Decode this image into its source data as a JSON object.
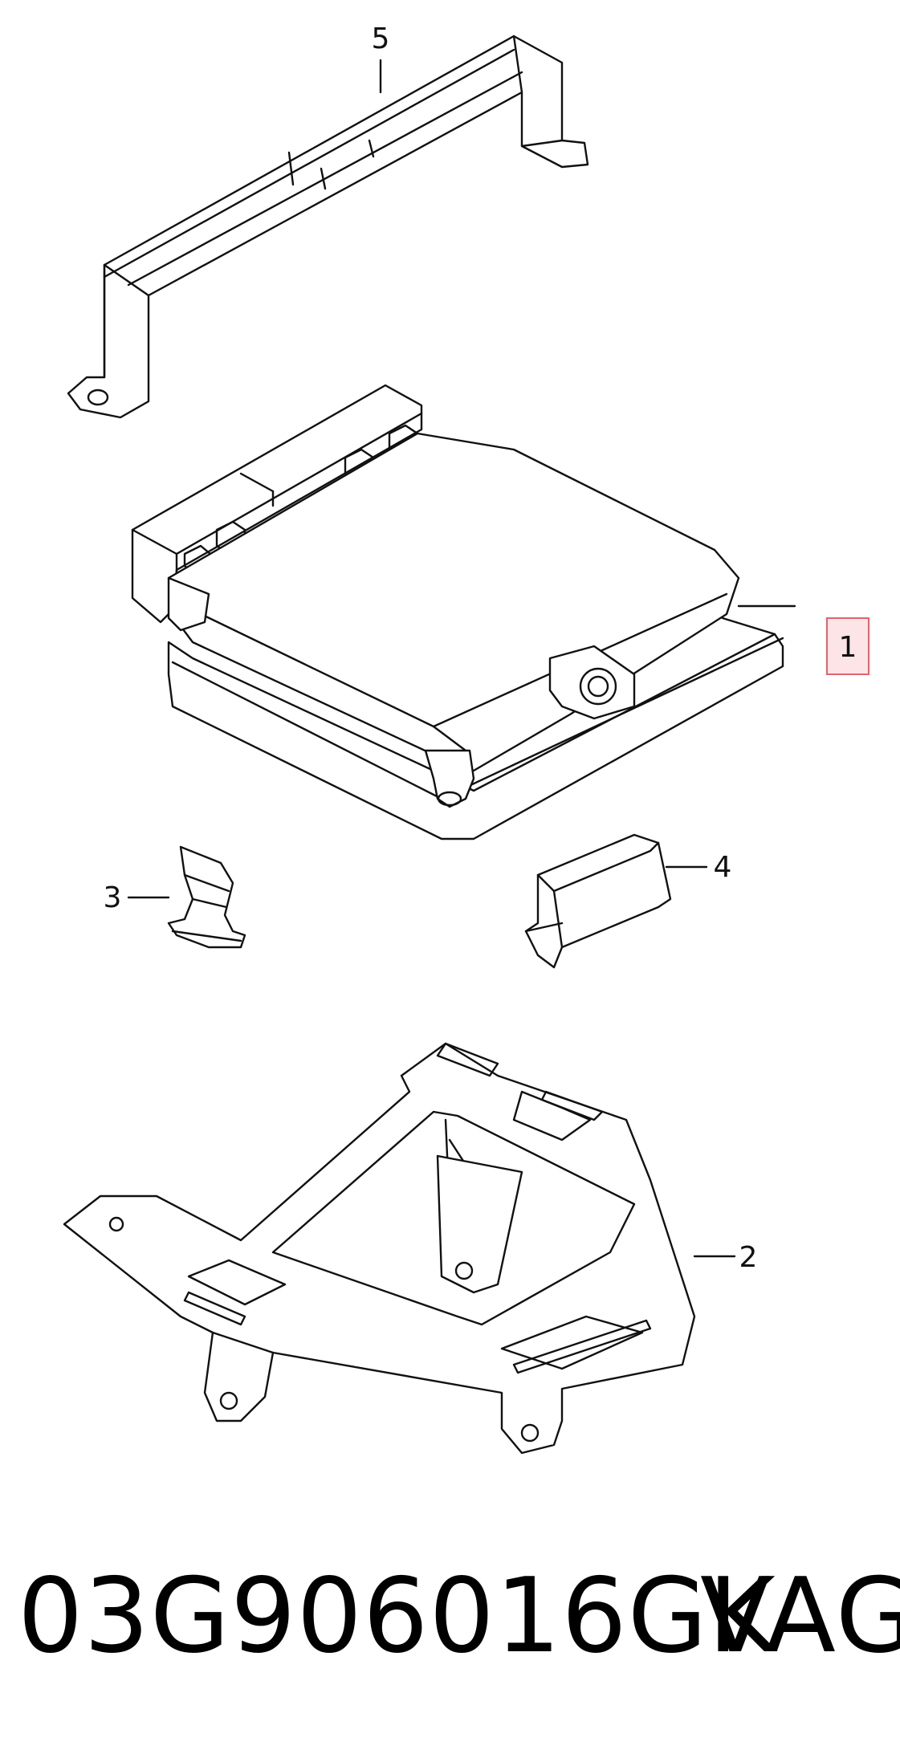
{
  "callouts": {
    "c1": "1",
    "c2": "2",
    "c3": "3",
    "c4": "4",
    "c5": "5"
  },
  "highlight_color": "#e0646e",
  "footer": {
    "part_number": "03G906016GK",
    "brand": "VAG"
  }
}
